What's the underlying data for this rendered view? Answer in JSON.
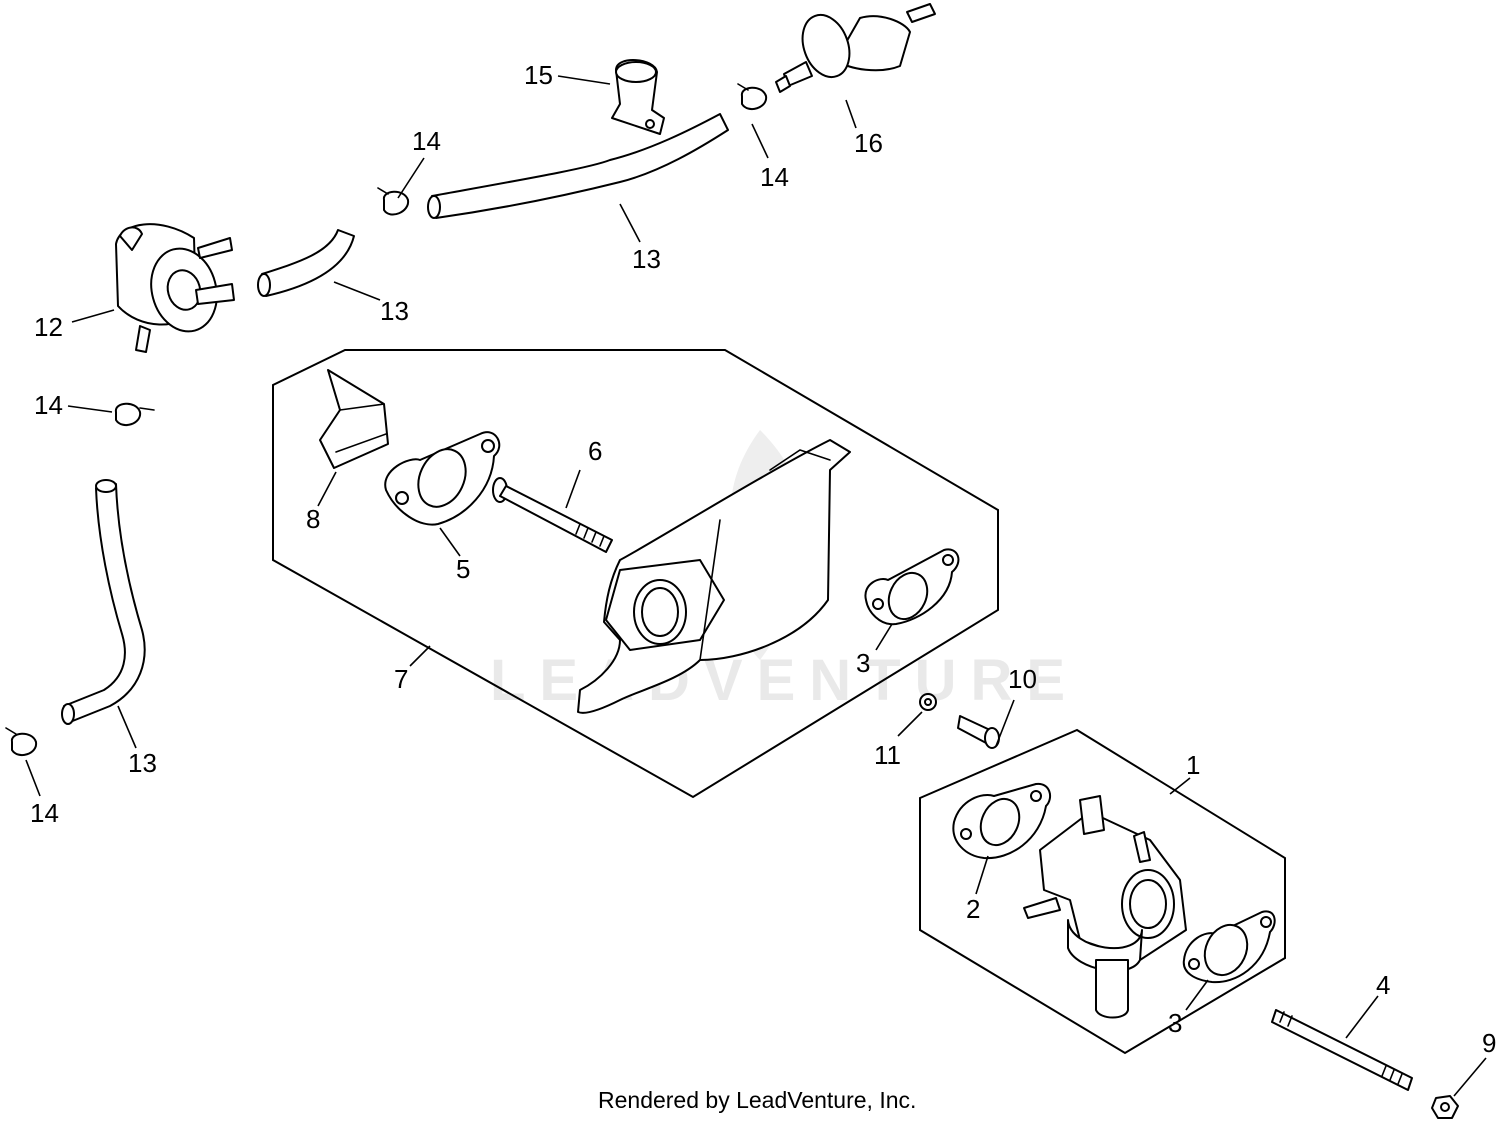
{
  "watermark": {
    "text": "LEADVENTURE"
  },
  "footer": {
    "text": "Rendered by LeadVenture, Inc."
  },
  "callouts": {
    "c1": "1",
    "c2": "2",
    "c3a": "3",
    "c3b": "3",
    "c4": "4",
    "c5": "5",
    "c6": "6",
    "c7": "7",
    "c8": "8",
    "c9": "9",
    "c10": "10",
    "c11": "11",
    "c12": "12",
    "c13a": "13",
    "c13b": "13",
    "c13c": "13",
    "c14a": "14",
    "c14b": "14",
    "c14c": "14",
    "c14d": "14",
    "c15": "15",
    "c16": "16"
  },
  "icons": {
    "fuel_pump": "fuel-pump-icon",
    "fuel_filter": "fuel-filter-icon",
    "hose_clamp": "hose-clamp-icon",
    "carburetor": "carburetor-icon"
  }
}
